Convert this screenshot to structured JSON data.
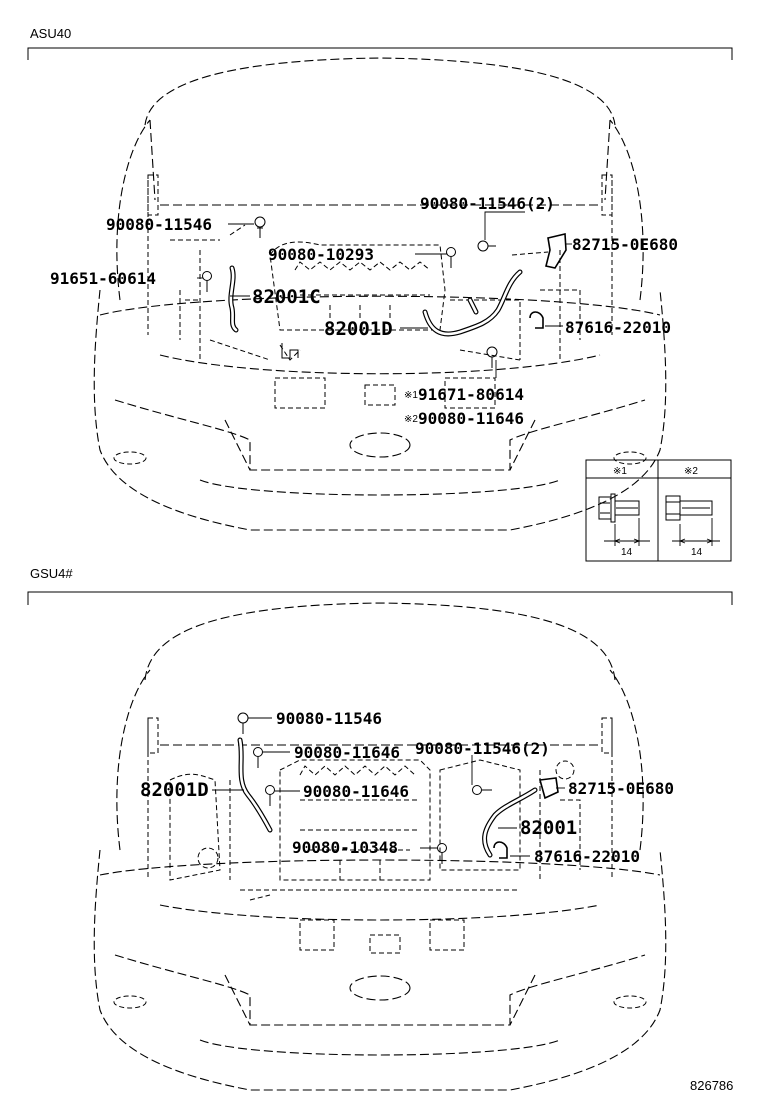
{
  "sections": [
    {
      "title": "ASU40",
      "labels": {
        "p1": "90080-11546",
        "p2": "91651-60614",
        "p3": "82001C",
        "p4": "90080-11546(2)",
        "p5": "82715-0E680",
        "p6": "90080-10293",
        "p7": "82001D",
        "p8": "87616-22010",
        "p9": "91671-80614",
        "p10": "90080-11646"
      },
      "markers": {
        "m1": "※1",
        "m2": "※2"
      },
      "inset": {
        "h1": "※1",
        "h2": "※2",
        "d1": "14",
        "d2": "14"
      }
    },
    {
      "title": "GSU4#",
      "labels": {
        "p1": "90080-11546",
        "p2": "90080-11646",
        "p3": "90080-11546(2)",
        "p4": "82001D",
        "p5": "90080-11646",
        "p6": "82715-0E680",
        "p7": "82001",
        "p8": "90080-10348",
        "p9": "87616-22010"
      }
    }
  ],
  "figure_id": "826786"
}
